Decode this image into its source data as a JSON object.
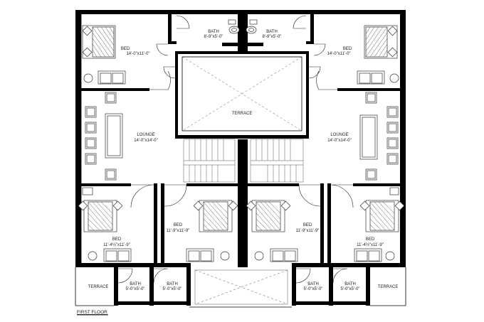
{
  "plan": {
    "caption": "FIRST FLOOR",
    "rooms": {
      "bed_top_left": {
        "name": "BED",
        "size": "14'-0\"x11'-0\""
      },
      "bed_top_right": {
        "name": "BED",
        "size": "14'-0\"x11'-0\""
      },
      "bath_top_left": {
        "name": "BATH",
        "size": "8'-9\"x5'-0\""
      },
      "bath_top_right": {
        "name": "BATH",
        "size": "8'-9\"x5'-0\""
      },
      "terrace_center": {
        "name": "TERRACE"
      },
      "lounge_left": {
        "name": "LOUNGE",
        "size": "14'-0\"x14'-0\""
      },
      "lounge_right": {
        "name": "LOUNGE",
        "size": "14'-0\"x14'-0\""
      },
      "bed_bottom_outer_left": {
        "name": "BED",
        "size": "11'-4½\"x11'-9\""
      },
      "bed_bottom_inner_left": {
        "name": "BED",
        "size": "11'-9\"x11'-9\""
      },
      "bed_bottom_inner_right": {
        "name": "BED",
        "size": "11'-9\"x11'-9\""
      },
      "bed_bottom_outer_right": {
        "name": "BED",
        "size": "11'-4½\"x11'-9\""
      },
      "terrace_bottom_left": {
        "name": "TERRACE"
      },
      "terrace_bottom_right": {
        "name": "TERRACE"
      },
      "bath_bottom_1": {
        "name": "BATH",
        "size": "5'-0\"x5'-0\""
      },
      "bath_bottom_2": {
        "name": "BATH",
        "size": "5'-0\"x5'-0\""
      },
      "bath_bottom_3": {
        "name": "BATH",
        "size": "5'-0\"x5'-0\""
      },
      "bath_bottom_4": {
        "name": "BATH",
        "size": "5'-0\"x5'-0\""
      }
    }
  }
}
